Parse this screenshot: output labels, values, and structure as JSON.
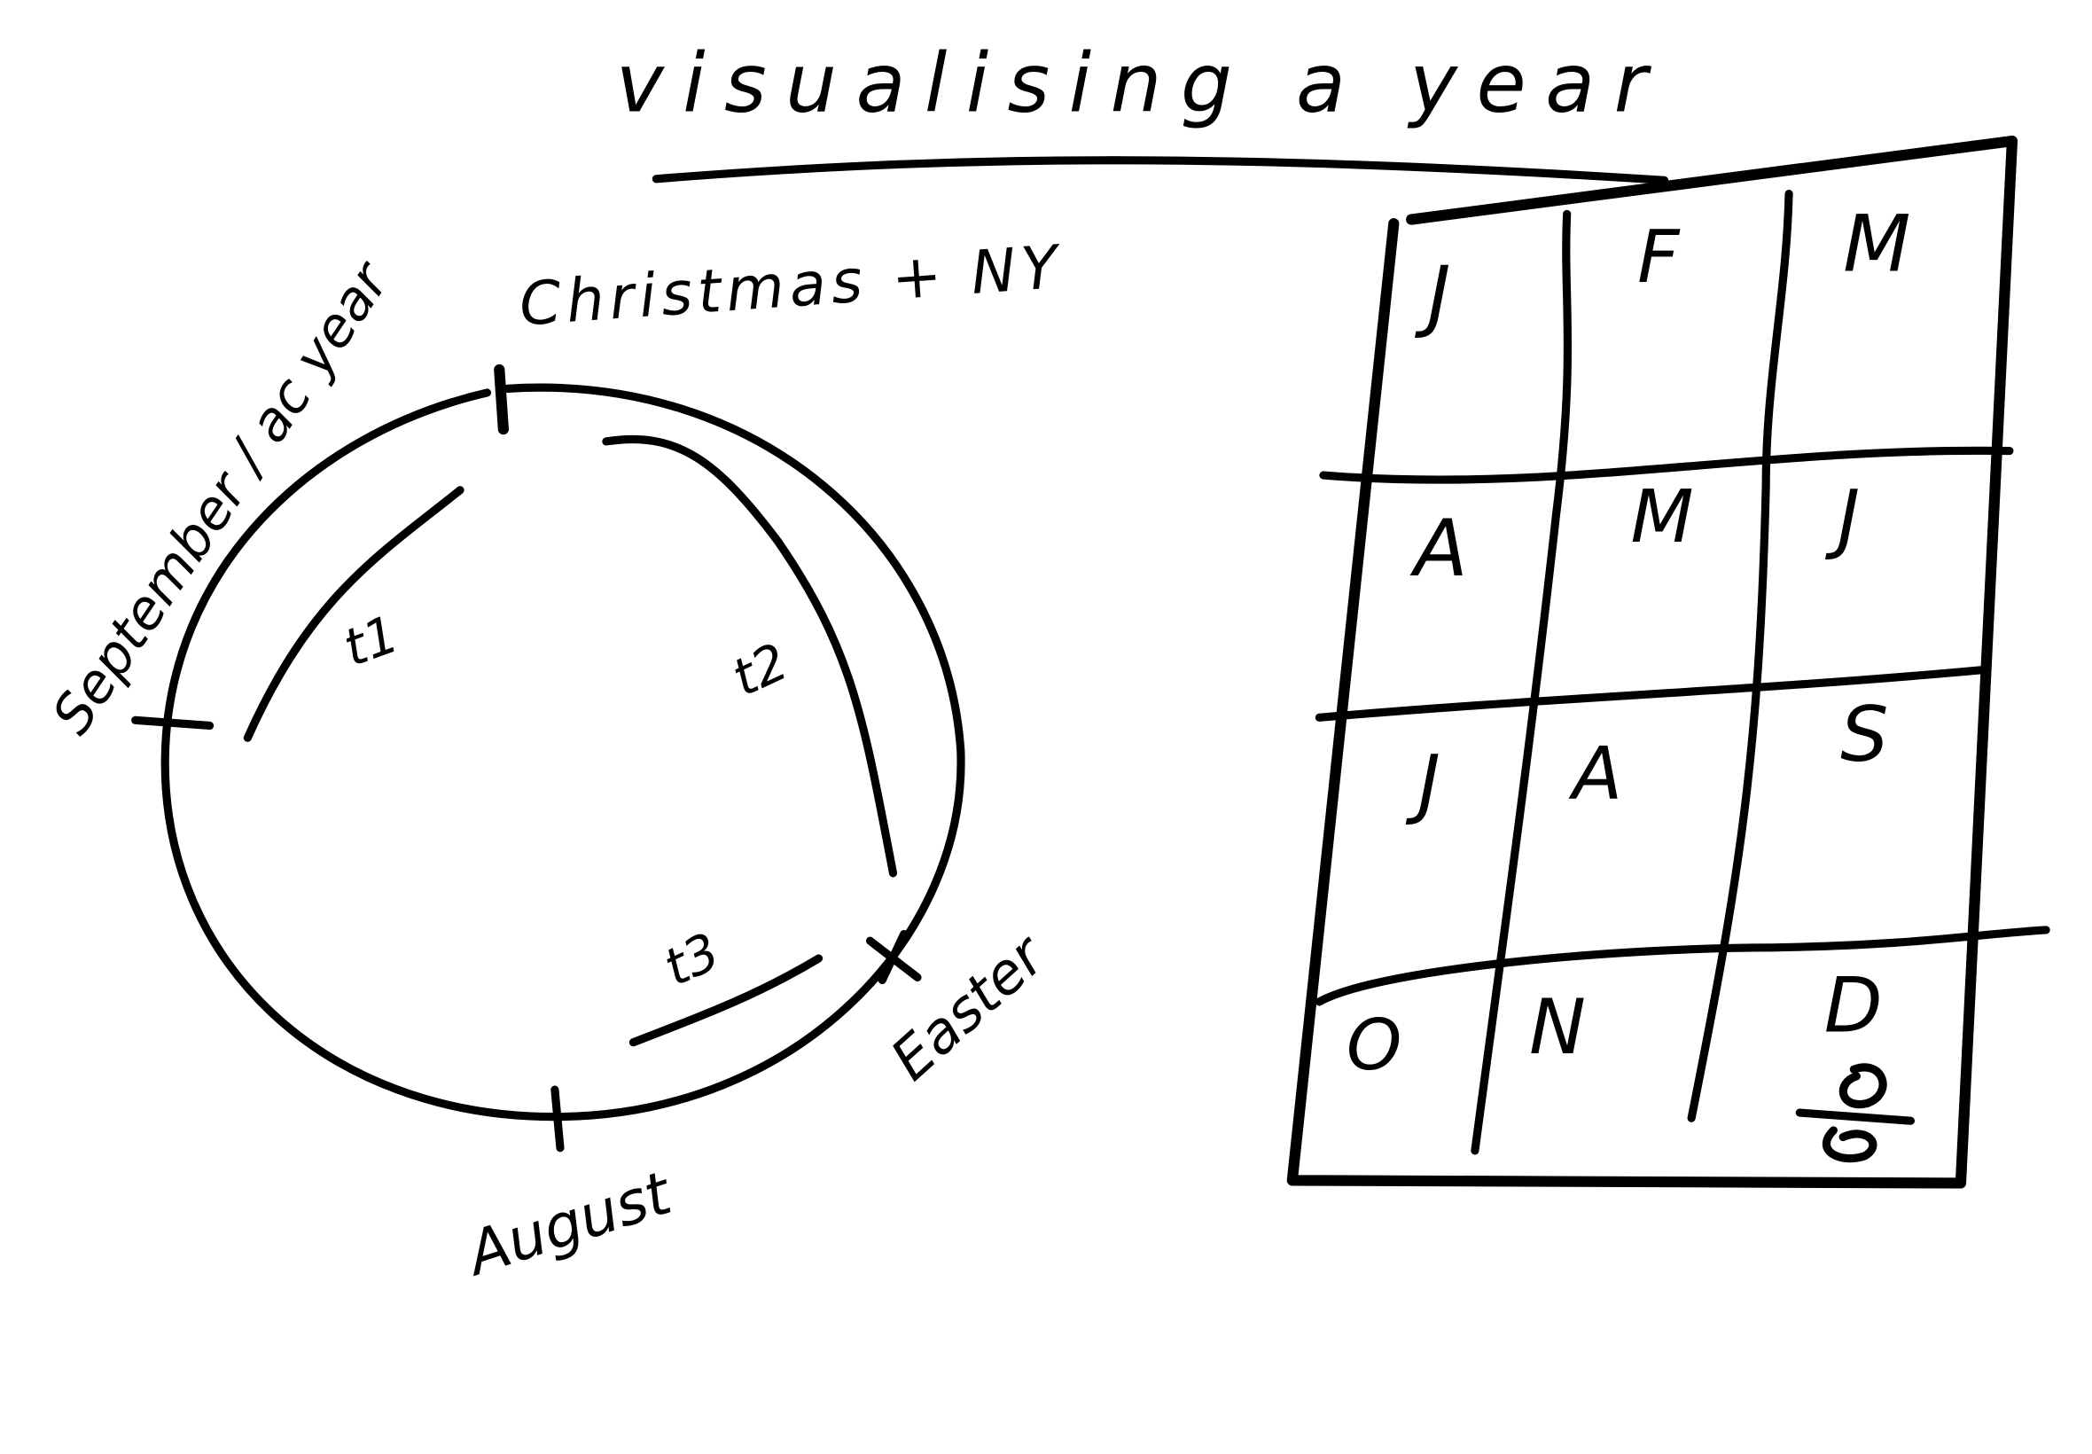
{
  "title": "visualising a year",
  "cycle": {
    "markers": [
      {
        "label": "Christmas + NY"
      },
      {
        "label": "Easter"
      },
      {
        "label": "August"
      },
      {
        "label": "September / ac year"
      }
    ],
    "terms": [
      {
        "label": "t1"
      },
      {
        "label": "t2"
      },
      {
        "label": "t3"
      }
    ]
  },
  "month_grid": {
    "rows": [
      [
        "J",
        "F",
        "M"
      ],
      [
        "A",
        "M",
        "J"
      ],
      [
        "J",
        "A",
        "S"
      ],
      [
        "O",
        "N",
        "D"
      ]
    ]
  },
  "colors": {
    "ink": "#000000",
    "paper": "#ffffff"
  }
}
